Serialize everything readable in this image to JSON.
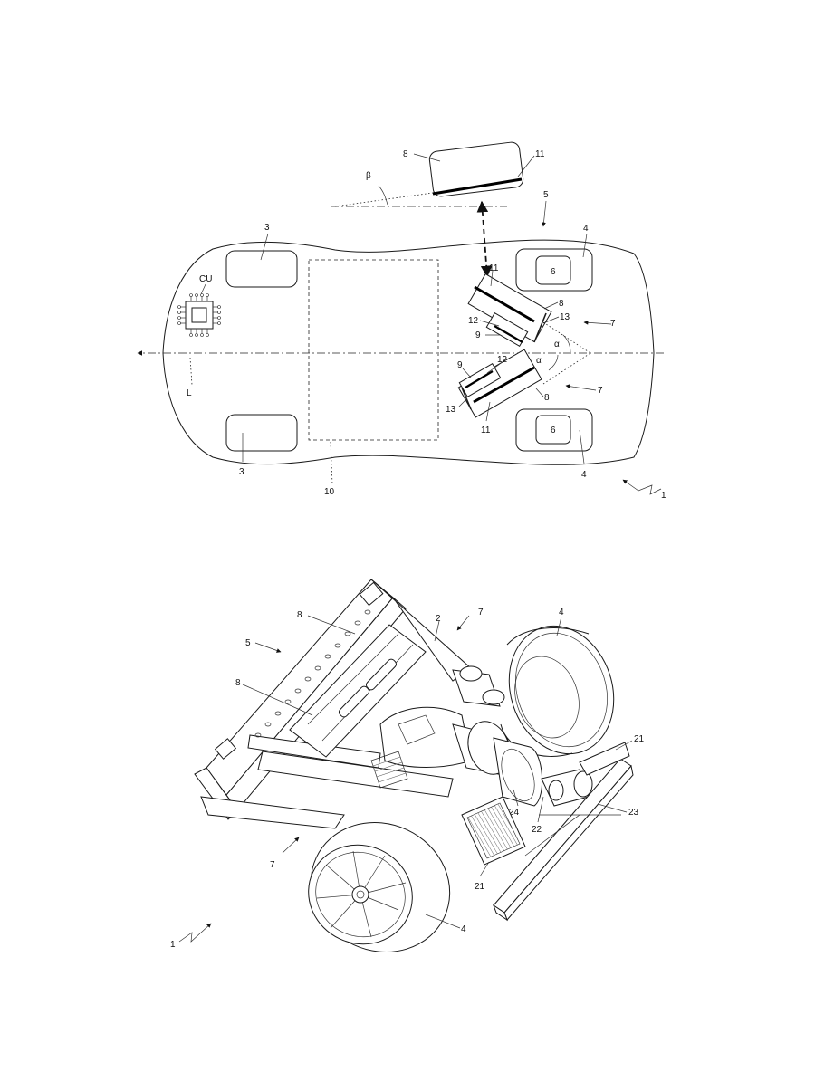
{
  "figure_top": {
    "labels": {
      "vehicle": "1",
      "chassis_front": "5",
      "front_wheel_top": "3",
      "front_wheel_bottom": "3",
      "rear_wheel_top": "4",
      "rear_wheel_bottom": "4",
      "hub_top": "6",
      "hub_bottom": "6",
      "group_top": "7",
      "group_bottom": "7",
      "panel_detached": "8",
      "panel_top": "8",
      "panel_bottom": "8",
      "strip_detached": "11",
      "strip_top": "11",
      "strip_bottom": "11",
      "cell_top": "9",
      "cell_bottom": "9",
      "tab_top": "12",
      "tab_bottom": "12",
      "edge_top": "13",
      "edge_bottom": "13",
      "compartment": "10",
      "control_unit": "CU",
      "axis": "L",
      "angle_beta": "β",
      "angle_alpha_top": "α",
      "angle_alpha_bottom": "α"
    }
  },
  "figure_bottom": {
    "labels": {
      "vehicle": "1",
      "frame": "2",
      "chassis": "5",
      "panel_upper": "8",
      "panel_lower": "8",
      "group_right": "7",
      "group_left": "7",
      "wheel_right": "4",
      "wheel_left": "4",
      "radiator_right": "21",
      "radiator_left": "21",
      "outlet": "22",
      "beam": "23",
      "muffler": "24"
    }
  }
}
